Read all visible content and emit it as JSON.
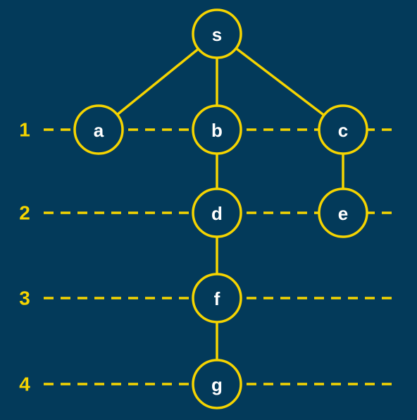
{
  "colors": {
    "background": "#033a5a",
    "accent": "#f5d400",
    "node_text": "#ffffff"
  },
  "levels": [
    {
      "label": "1"
    },
    {
      "label": "2"
    },
    {
      "label": "3"
    },
    {
      "label": "4"
    }
  ],
  "nodes": [
    {
      "id": "s",
      "label": "s"
    },
    {
      "id": "a",
      "label": "a"
    },
    {
      "id": "b",
      "label": "b"
    },
    {
      "id": "c",
      "label": "c"
    },
    {
      "id": "d",
      "label": "d"
    },
    {
      "id": "e",
      "label": "e"
    },
    {
      "id": "f",
      "label": "f"
    },
    {
      "id": "g",
      "label": "g"
    }
  ],
  "edges": [
    [
      "s",
      "a"
    ],
    [
      "s",
      "b"
    ],
    [
      "s",
      "c"
    ],
    [
      "b",
      "d"
    ],
    [
      "c",
      "e"
    ],
    [
      "d",
      "f"
    ],
    [
      "f",
      "g"
    ]
  ]
}
